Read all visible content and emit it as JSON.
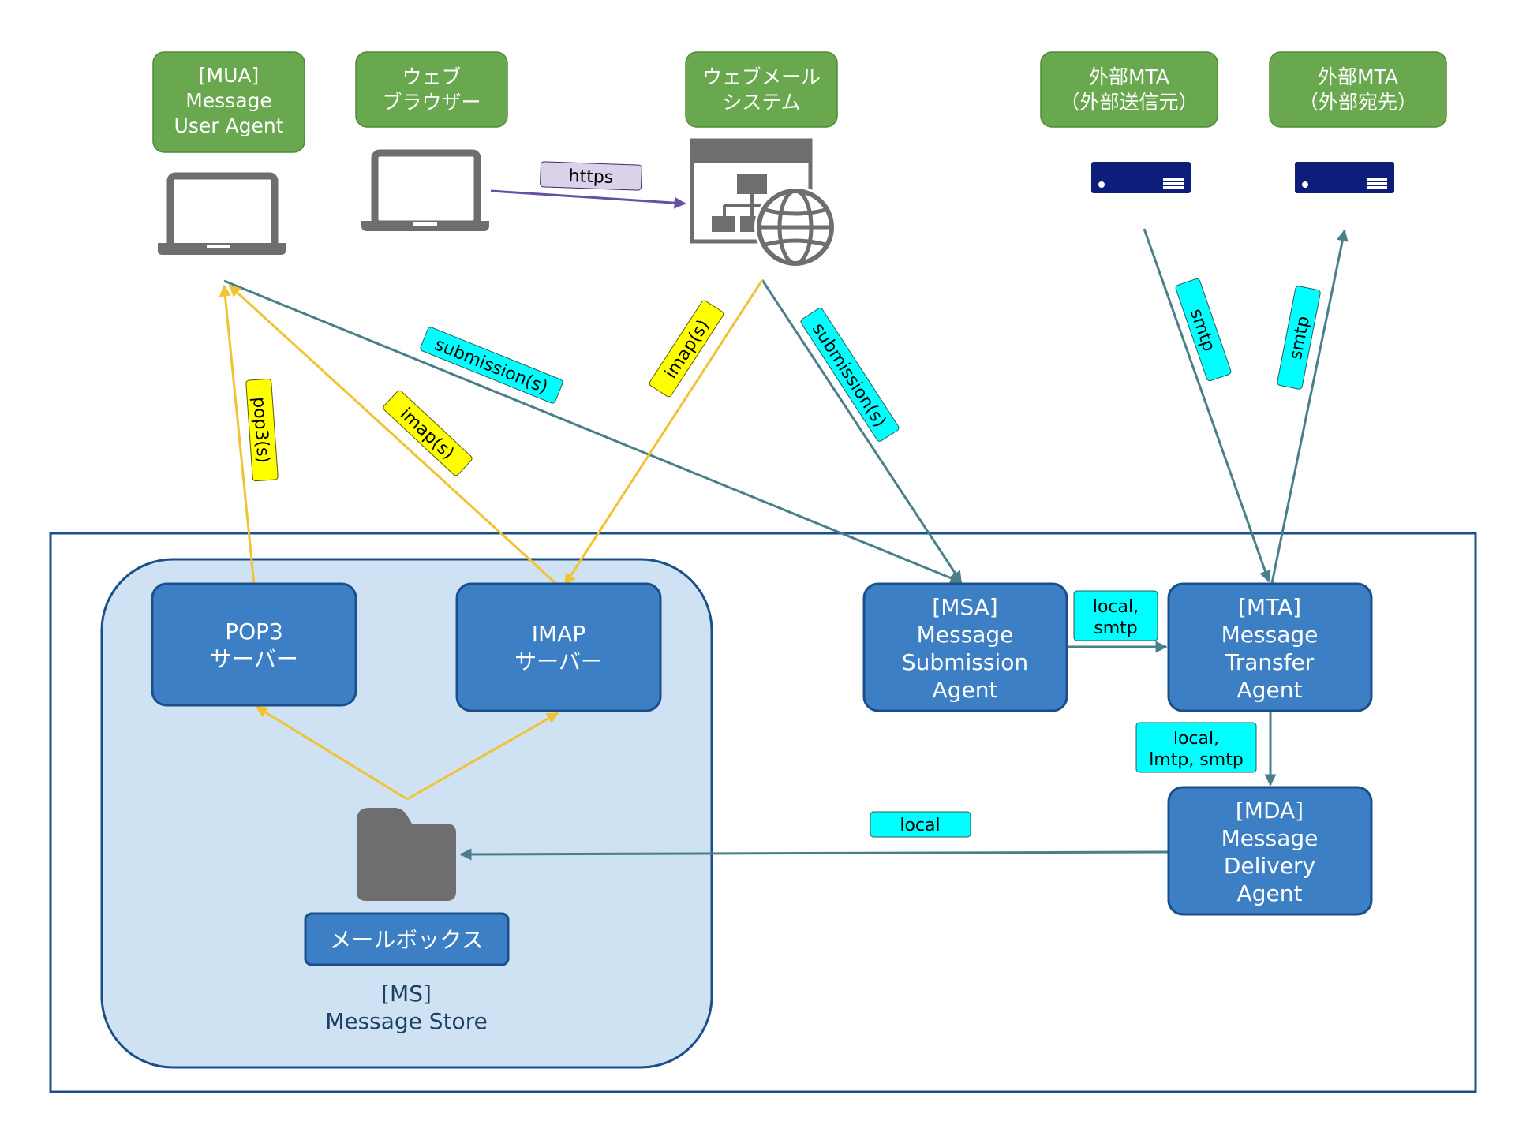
{
  "nodes": {
    "mua": [
      "[MUA]",
      "Message",
      "User Agent"
    ],
    "browser": [
      "ウェブ",
      "ブラウザー"
    ],
    "webmail": [
      "ウェブメール",
      "システム"
    ],
    "ext_sender": [
      "外部MTA",
      "（外部送信元）"
    ],
    "ext_dest": [
      "外部MTA",
      "（外部宛先）"
    ],
    "pop3": [
      "POP3",
      "サーバー"
    ],
    "imap": [
      "IMAP",
      "サーバー"
    ],
    "msa": [
      "[MSA]",
      "Message",
      "Submission",
      "Agent"
    ],
    "mta": [
      "[MTA]",
      "Message",
      "Transfer",
      "Agent"
    ],
    "mda": [
      "[MDA]",
      "Message",
      "Delivery",
      "Agent"
    ],
    "mailbox": "メールボックス",
    "ms": [
      "[MS]",
      "Message Store"
    ]
  },
  "labels": {
    "https": "https",
    "submission_mua": "submission(s)",
    "submission_web": "submission(s)",
    "pop3s": "pop3(s)",
    "imaps_mua": "imap(s)",
    "imaps_web": "imap(s)",
    "smtp_in": "smtp",
    "smtp_out": "smtp",
    "msa_mta": [
      "local,",
      "smtp"
    ],
    "mta_mda": [
      "local,",
      "lmtp, smtp"
    ],
    "mda_ms": "local"
  },
  "icons": {
    "mua_device": "laptop-icon",
    "browser_device": "laptop-icon",
    "webmail_device": "web-sitemap-globe-icon",
    "ext_sender_device": "server-icon",
    "ext_dest_device": "server-icon",
    "mailbox_store": "folder-icon"
  },
  "colors": {
    "node_green": "#6aa84f",
    "node_blue": "#3d7fc4",
    "store_bg": "#cfe2f3",
    "arrow_teal": "#4a7f8a",
    "arrow_yellow": "#f1c232",
    "arrow_purple": "#674ea7",
    "label_cyan": "#00ffff",
    "label_yellow": "#ffff00",
    "label_purple": "#d9d2e9"
  }
}
